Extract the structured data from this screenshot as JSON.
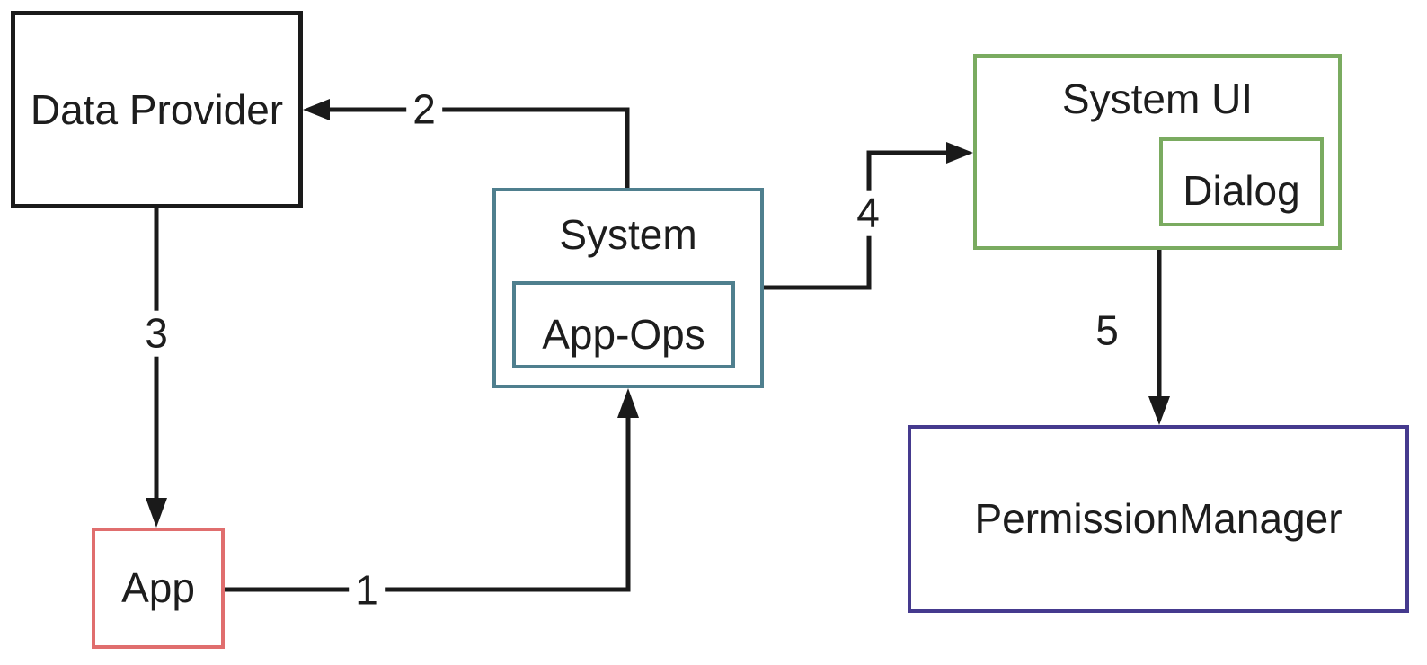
{
  "diagram": {
    "type": "flow-diagram",
    "colors": {
      "background": "#ffffff",
      "arrow_line": "#1a1a1a",
      "text": "#1d1d1d",
      "data_provider_border": "#1a1a1a",
      "system_border": "#4f7f8e",
      "system_ui_border": "#7aab60",
      "permission_manager_border": "#453a8e",
      "app_border": "#e06e6e"
    },
    "nodes": {
      "data_provider": {
        "label": "Data Provider"
      },
      "system": {
        "label": "System"
      },
      "app_ops": {
        "label": "App-Ops",
        "contained_in": "System"
      },
      "system_ui": {
        "label": "System UI"
      },
      "dialog": {
        "label": "Dialog",
        "contained_in": "System UI"
      },
      "permission_manager": {
        "label": "PermissionManager"
      },
      "app": {
        "label": "App"
      }
    },
    "edges": [
      {
        "label": "1",
        "from": "App",
        "to": "System"
      },
      {
        "label": "2",
        "from": "System",
        "to": "Data Provider"
      },
      {
        "label": "3",
        "from": "Data Provider",
        "to": "App"
      },
      {
        "label": "4",
        "from": "System",
        "to": "System UI"
      },
      {
        "label": "5",
        "from": "System UI",
        "to": "PermissionManager"
      }
    ]
  }
}
